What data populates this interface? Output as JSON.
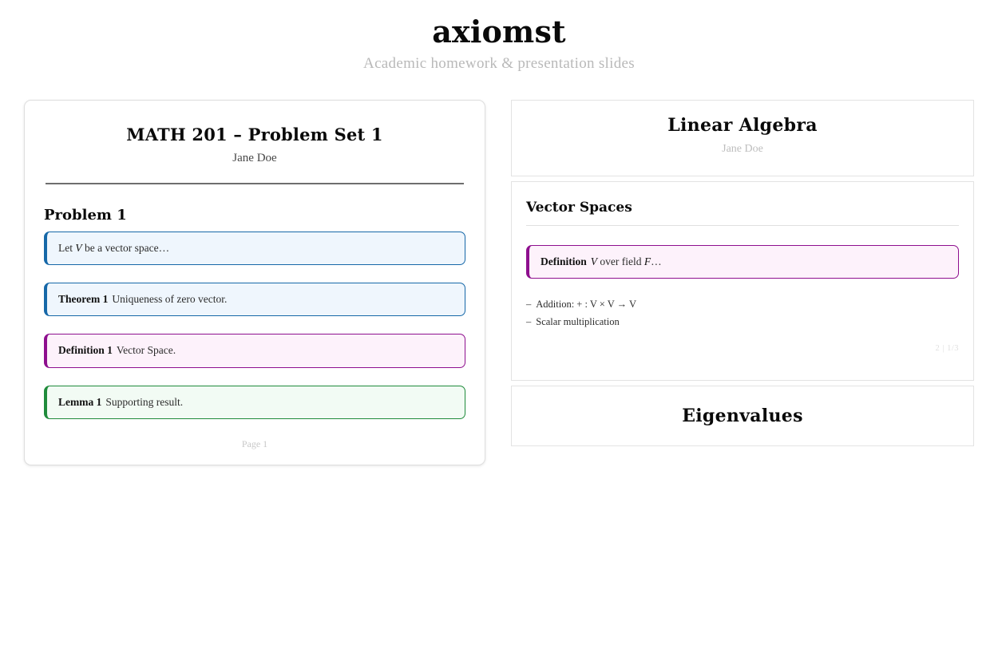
{
  "masthead": {
    "title": "axiomst",
    "subtitle": "Academic homework & presentation slides"
  },
  "document": {
    "title": "MATH 201 – Problem Set 1",
    "author": "Jane Doe",
    "section_heading": "Problem 1",
    "footer": "Page 1",
    "callouts": [
      {
        "kind": "problem",
        "accent": "#1668a8",
        "fill": "#eff6fd",
        "label": "",
        "body": "Let V be a vector space…",
        "body_pre": "Let ",
        "body_var": "V",
        "body_post": " be a vector space…"
      },
      {
        "kind": "theorem",
        "accent": "#1668a8",
        "fill": "#eff6fd",
        "label": "Theorem 1",
        "body": "Uniqueness of zero vector."
      },
      {
        "kind": "definition",
        "accent": "#8e0f8e",
        "fill": "#fdf2fb",
        "label": "Definition 1",
        "body": "Vector Space."
      },
      {
        "kind": "lemma",
        "accent": "#1f8b3b",
        "fill": "#f2fbf4",
        "label": "Lemma 1",
        "body": "Supporting result."
      }
    ]
  },
  "deck": {
    "slides": [
      {
        "type": "title",
        "title": "Linear Algebra",
        "author": "Jane Doe"
      },
      {
        "type": "content",
        "heading": "Vector Spaces",
        "callout": {
          "label": "Definition",
          "body_var1": "V",
          "body_mid": " over field ",
          "body_var2": "F",
          "body_post": "…",
          "accent": "#8e0f8e",
          "fill": "#fdf2fb"
        },
        "bullets": [
          {
            "mark": "–",
            "text": "Addition: ",
            "math": "+ : V × V → V"
          },
          {
            "mark": "–",
            "text": "Scalar multiplication",
            "math": ""
          }
        ],
        "page_indicator": "2 | 1/3"
      },
      {
        "type": "clipped",
        "title": "Eigenvalues"
      }
    ]
  }
}
